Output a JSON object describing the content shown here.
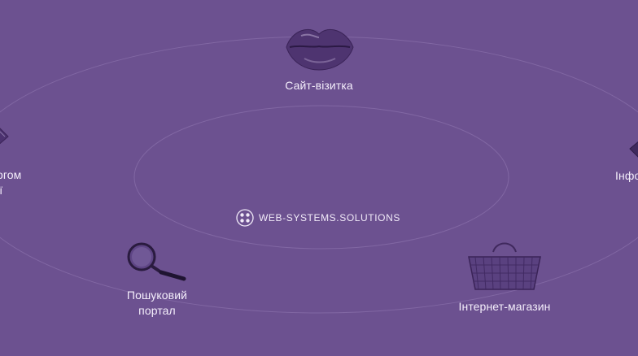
{
  "nodes": {
    "business_card": {
      "label": "Сайт-візитка",
      "icon": "lips-icon"
    },
    "catalog": {
      "label_line1": "огом",
      "label_line2": "ії",
      "icon": "folder-icon"
    },
    "info": {
      "label": "Інфо",
      "icon": "folder-icon"
    },
    "search_portal": {
      "label_line1": "Пошуковий",
      "label_line2": "портал",
      "icon": "magnifier-icon"
    },
    "shop": {
      "label": "Інтернет-магазин",
      "icon": "basket-icon"
    }
  },
  "center": {
    "brand": "WEB-SYSTEMS.SOLUTIONS",
    "icon": "four-dots-logo-icon"
  },
  "colors": {
    "background": "#6c5190",
    "orbit": "#8a70ab",
    "text": "#f4eefb"
  }
}
